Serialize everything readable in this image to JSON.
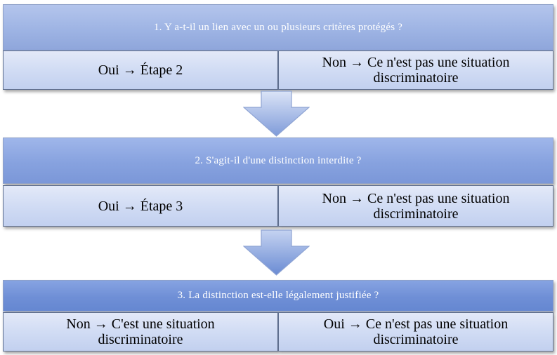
{
  "steps": [
    {
      "question": "1. Y a-t-il un lien  avec un ou plusieurs  critères  protégés ?",
      "yes": "Oui → Étape 2",
      "no": "Non → Ce n'est pas une situation discriminatoire"
    },
    {
      "question": "2. S'agit-il  d'une distinction  interdite  ?",
      "yes": "Oui → Étape 3",
      "no": "Non → Ce n'est pas une situation discriminatoire"
    },
    {
      "question": "3. La distinction  est-elle  légalement  justifiée  ?",
      "no": "Non → C'est une situation discriminatoire",
      "yes": "Oui → Ce n'est pas une situation discriminatoire"
    }
  ],
  "colors": {
    "arrow_light": "#c9d6f2",
    "arrow_dark": "#6f8fd6",
    "text_dark": "#000000",
    "text_light": "#ffffff"
  }
}
